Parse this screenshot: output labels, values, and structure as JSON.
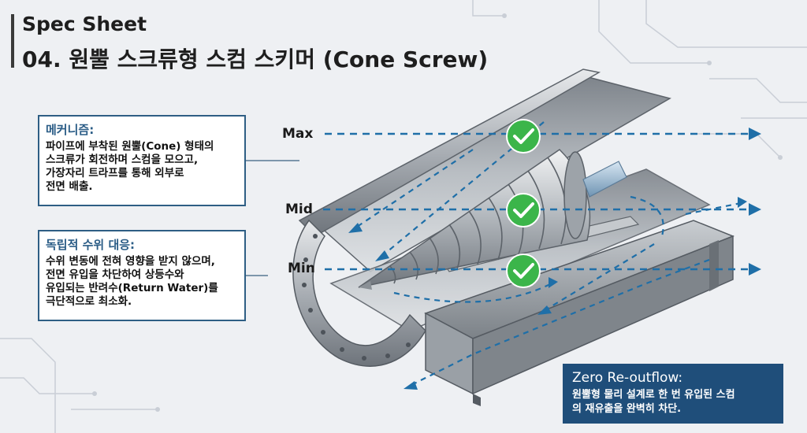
{
  "header": {
    "subtitle": "Spec Sheet",
    "title": "04. 원뿔 스크류형 스컴 스키머 (Cone Screw)"
  },
  "callouts": {
    "mechanism": {
      "heading": "메커니즘:",
      "lines": [
        "파이프에 부착된 원뿔(Cone) 형태의",
        "스크류가 회전하며 스컴을 모으고,",
        "가장자리 트라프를 통해 외부로",
        "전면 배출."
      ]
    },
    "water_level": {
      "heading": "독립적 수위 대응:",
      "lines": [
        "수위 변동에 전혀 영향을 받지 않으며,",
        "전면 유입을 차단하여 상등수와",
        "유입되는 반려수(Return Water)를",
        "극단적으로 최소화."
      ]
    },
    "zero_reoutflow": {
      "heading": "Zero Re-outflow:",
      "lines": [
        "원뿔형 물리 설계로 한 번 유입된 스컴",
        "의 재유출을 완벽히 차단."
      ]
    }
  },
  "levels": {
    "max": "Max",
    "mid": "Mid",
    "min": "Min"
  },
  "colors": {
    "accent_blue": "#2e5e84",
    "flow_arrow": "#1f6fa8",
    "check_green": "#3bb54a",
    "banner_bg": "#1f4e7a"
  },
  "icons": [
    "check-circle-icon",
    "flow-arrow-icon"
  ]
}
